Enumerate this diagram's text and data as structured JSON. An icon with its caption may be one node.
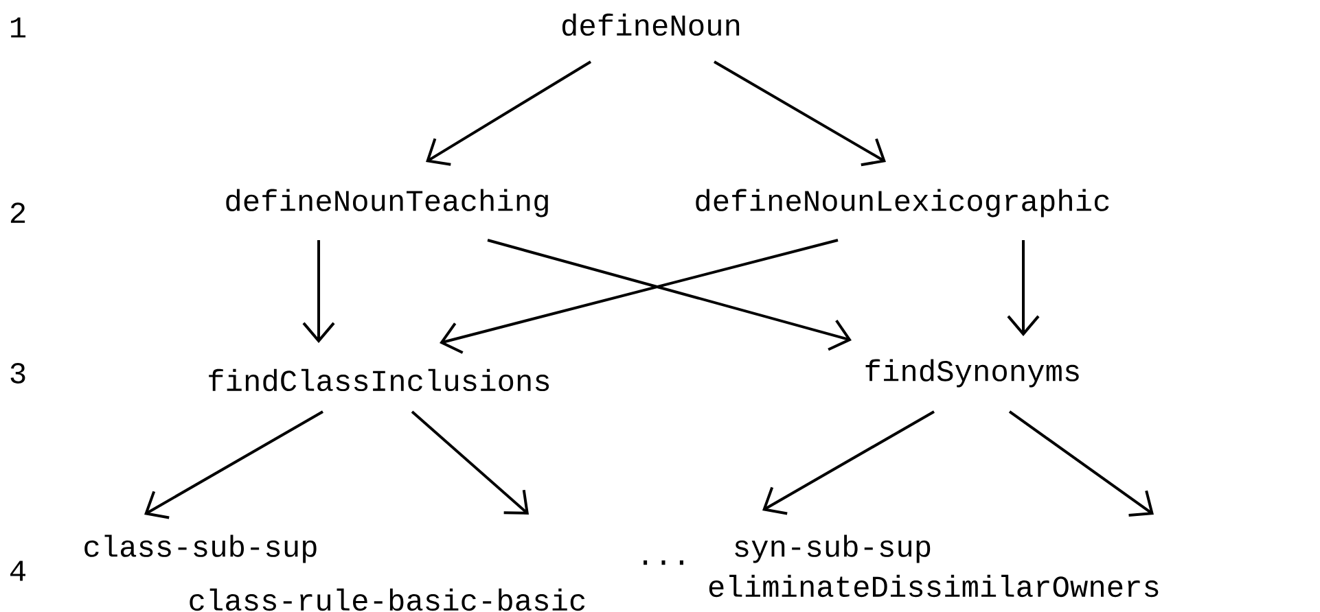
{
  "diagram": {
    "nodes": [
      {
        "text": [
          "defineNoun"
        ]
      },
      {
        "text": [
          "defineNounTeaching"
        ]
      },
      {
        "text": [
          "defineNounLexicographic"
        ]
      },
      {
        "text": [
          "findClassInclusions"
        ]
      },
      {
        "text": [
          "findSynonyms"
        ]
      },
      {
        "text": [
          "class-sub-sup"
        ]
      },
      {
        "text": [
          "class-rule-basic-basic"
        ]
      },
      {
        "text": [
          "syn-sub-sup"
        ]
      },
      {
        "text": [
          "eliminateDissimilarOwners"
        ]
      }
    ],
    "edges": [
      {
        "from": 0,
        "to": 1,
        "arrow": "to"
      },
      {
        "from": 0,
        "to": 2,
        "arrow": "to"
      },
      {
        "from": 1,
        "to": 3,
        "arrow": "to"
      },
      {
        "from": 1,
        "to": 4,
        "arrow": "to"
      },
      {
        "from": 2,
        "to": 3,
        "arrow": "to"
      },
      {
        "from": 2,
        "to": 4,
        "arrow": "to"
      },
      {
        "from": 3,
        "to": 5,
        "arrow": "to"
      },
      {
        "from": 3,
        "to": 6,
        "arrow": "to"
      },
      {
        "from": 4,
        "to": 7,
        "arrow": "to"
      },
      {
        "from": 4,
        "to": 8,
        "arrow": "to"
      }
    ],
    "labels": [
      "1",
      "2",
      "3",
      "4",
      "..."
    ]
  }
}
